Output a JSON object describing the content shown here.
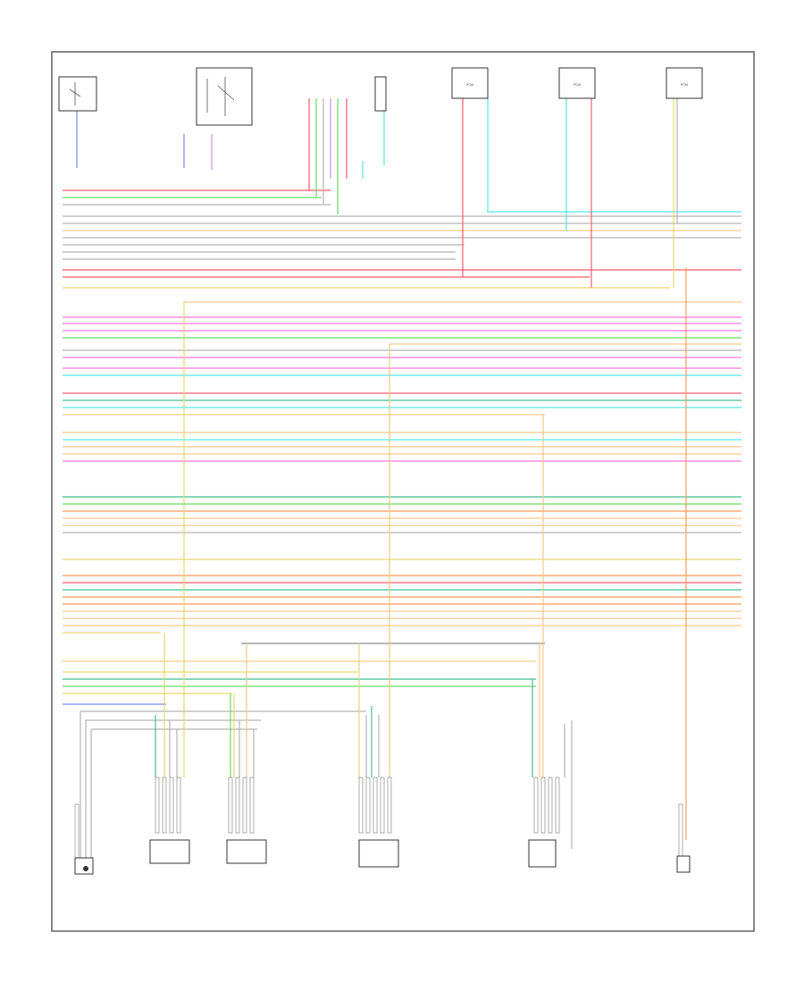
{
  "diagram": {
    "reference": "",
    "frame_color": "#555555",
    "modules": [
      {
        "id": "m1",
        "label": "PCM"
      },
      {
        "id": "m2",
        "label": "PCM"
      },
      {
        "id": "m3",
        "label": "PCM"
      }
    ],
    "wire_colors": {
      "red": "#ff5b6e",
      "pink": "#ff77e0",
      "green": "#66dd66",
      "cyan": "#55e6e6",
      "gray": "#b4b4b4",
      "tan": "#f4c98a",
      "yellow": "#e6d870",
      "orange": "#ff9b5a",
      "blue": "#7a86e8",
      "teal": "#3fbf95",
      "violet": "#c890ff",
      "dkgray": "#8a8a8a"
    }
  }
}
